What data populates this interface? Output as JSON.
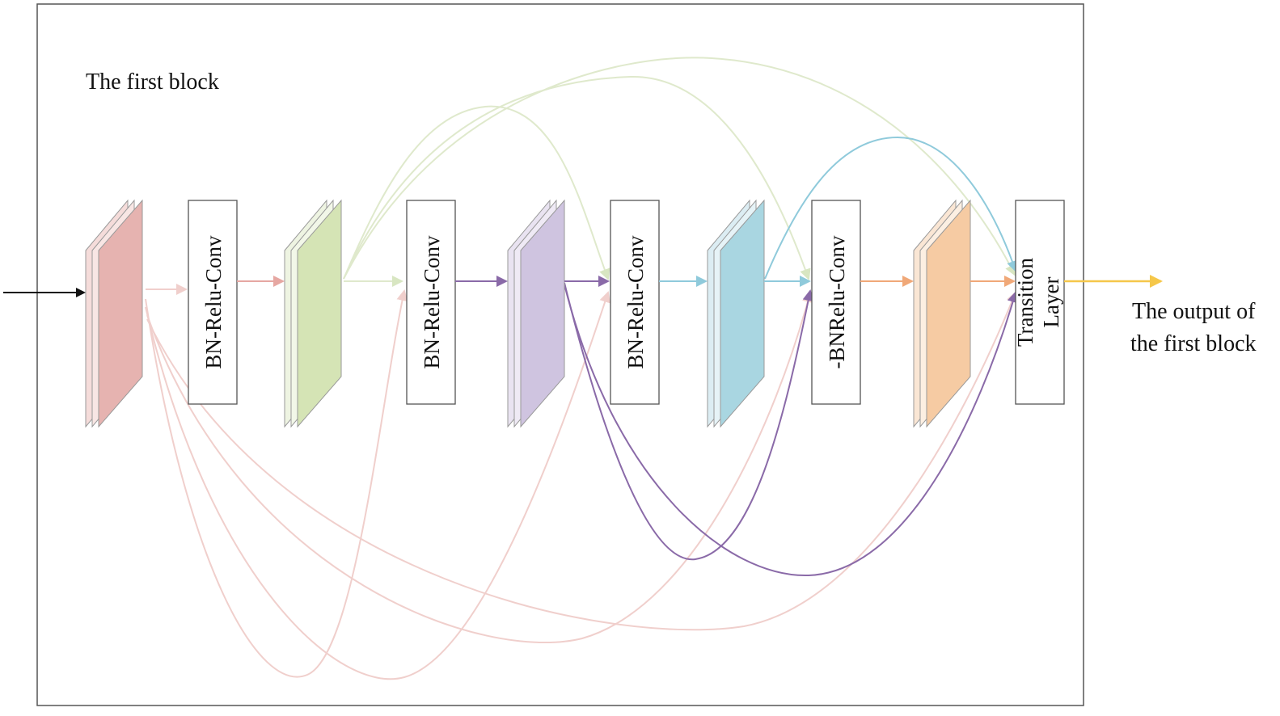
{
  "title": "The first block",
  "output_label": [
    "The output of",
    "the first block"
  ],
  "conv_labels": [
    "BN-Relu-Conv",
    "BN-Relu-Conv",
    "BN-Relu-Conv",
    "-BNRelu-Conv"
  ],
  "transition_label": [
    "Transition",
    "Layer"
  ],
  "colors": {
    "red": "#e6b3b0",
    "red_edge": "#f0cfcc",
    "green": "#d5e4b5",
    "green_edge": "#dfe9cc",
    "purple": "#cfc4e0",
    "purple_edge": "#8a6aa8",
    "blue": "#a9d6e1",
    "blue_edge": "#8fcadb",
    "orange": "#f6cba3",
    "orange_edge": "#f0a878",
    "output": "#f5c74a"
  }
}
